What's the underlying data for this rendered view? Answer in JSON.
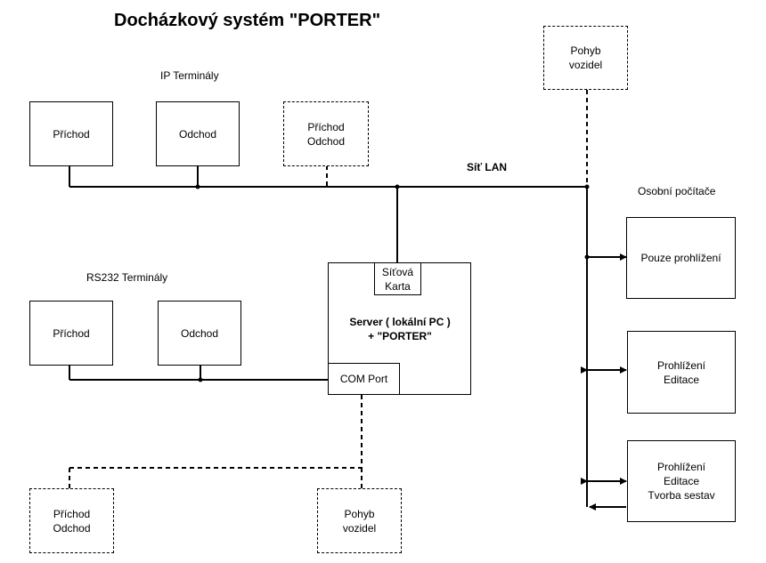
{
  "title": "Docházkový systém \"PORTER\"",
  "groups": {
    "ip_terminals": "IP Terminály",
    "rs232_terminals": "RS232 Terminály",
    "lan": "Síť LAN",
    "personal_computers": "Osobní počítače"
  },
  "ip": {
    "prichod": "Příchod",
    "odchod": "Odchod",
    "optional": [
      "Příchod",
      "Odchod"
    ]
  },
  "rs232": {
    "prichod": "Příchod",
    "odchod": "Odchod"
  },
  "vehicle_top": [
    "Pohyb",
    "vozidel"
  ],
  "server": {
    "line1": "Server ( lokální PC )",
    "line2": "+ \"PORTER\"",
    "network_card": [
      "Síťová",
      "Karta"
    ],
    "com_port": "COM Port"
  },
  "bottom": {
    "terminal": [
      "Příchod",
      "Odchod"
    ],
    "vehicle": [
      "Pohyb",
      "vozidel"
    ]
  },
  "pcs": [
    [
      "Pouze prohlížení"
    ],
    [
      "Prohlížení",
      "Editace"
    ],
    [
      "Prohlížení",
      "Editace",
      "Tvorba sestav"
    ]
  ]
}
